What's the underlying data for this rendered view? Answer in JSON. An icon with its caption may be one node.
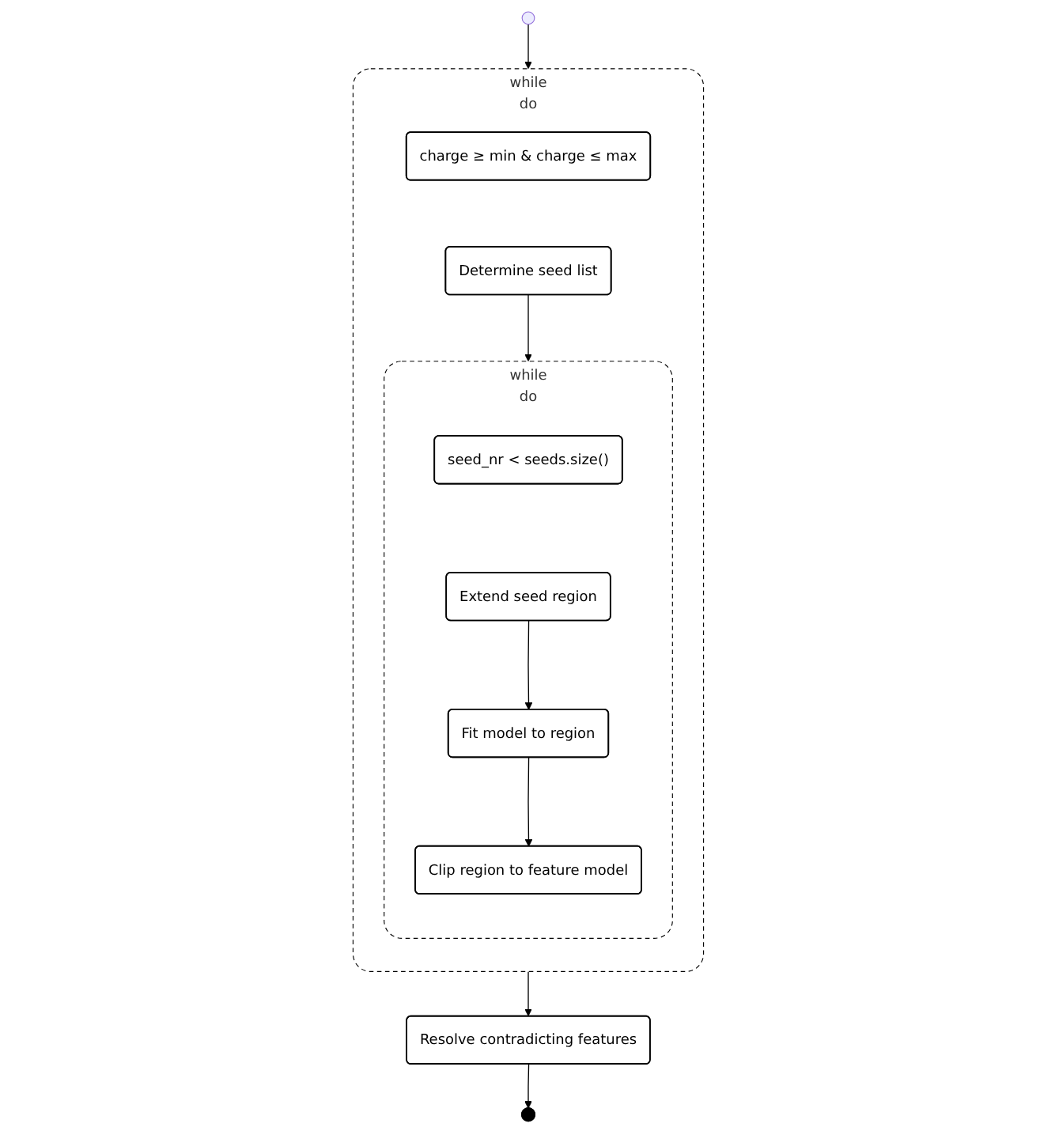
{
  "diagram": {
    "nodes": [
      {
        "text": [],
        "shape": "circle"
      },
      {
        "text": [
          "while",
          "do"
        ]
      },
      {
        "text": [
          "charge ≥ min & charge ≤ max"
        ],
        "in": 1
      },
      {
        "text": [
          "Determine seed list"
        ],
        "in": 1
      },
      {
        "text": [
          "while",
          "do"
        ],
        "in": 1
      },
      {
        "text": [
          "seed_nr < seeds.size()"
        ],
        "in": 4
      },
      {
        "text": [
          "Extend seed region"
        ],
        "in": 4
      },
      {
        "text": [
          "Fit model to region"
        ],
        "in": 4
      },
      {
        "text": [
          "Clip region to feature model"
        ],
        "in": 4
      },
      {
        "text": [
          "Resolve contradicting features"
        ]
      },
      {
        "text": [],
        "shape": "circle"
      }
    ],
    "edges": [
      {
        "from": 0,
        "to": 1,
        "arrow": "to"
      },
      {
        "from": 3,
        "to": 4,
        "arrow": "to"
      },
      {
        "from": 6,
        "to": 7,
        "arrow": "to"
      },
      {
        "from": 7,
        "to": 8,
        "arrow": "to"
      },
      {
        "from": 1,
        "to": 9,
        "arrow": "to"
      },
      {
        "from": 9,
        "to": 10,
        "arrow": "to"
      }
    ]
  }
}
